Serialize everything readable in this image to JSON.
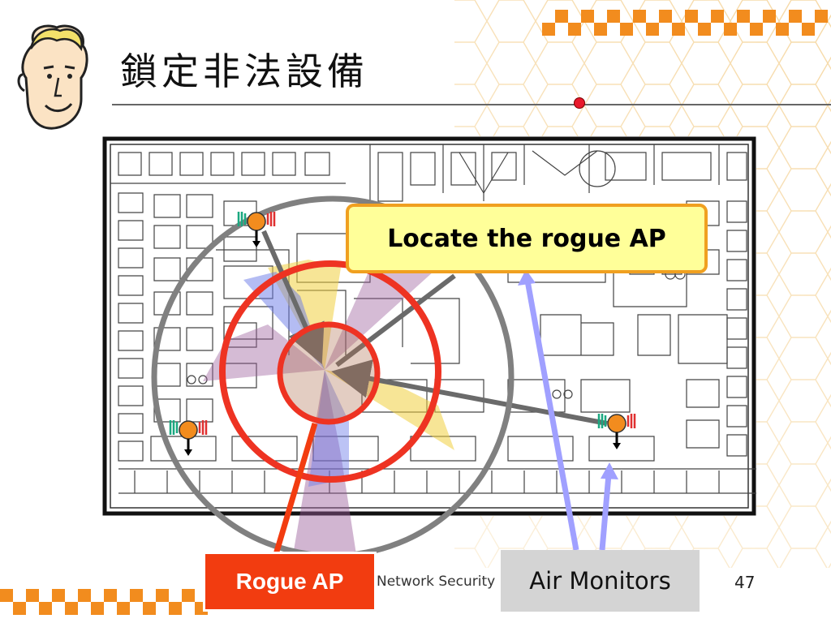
{
  "slide": {
    "title": "鎖定非法設備",
    "page_number": "47",
    "footer_text": "Network Security"
  },
  "callouts": {
    "locate": "Locate the rogue AP",
    "rogue": "Rogue AP",
    "monitors": "Air Monitors"
  },
  "colors": {
    "accent_orange": "#f28c1e",
    "rogue_red": "#f23c10",
    "ring_red": "#ee3322",
    "ring_gray": "#808080",
    "callout_yellow": "#ffff99",
    "arrow_lavender": "#a0a0ff"
  },
  "icons": [
    "cartoon-face-icon",
    "air-monitor-icon",
    "rogue-ap-icon",
    "red-dot-icon"
  ]
}
